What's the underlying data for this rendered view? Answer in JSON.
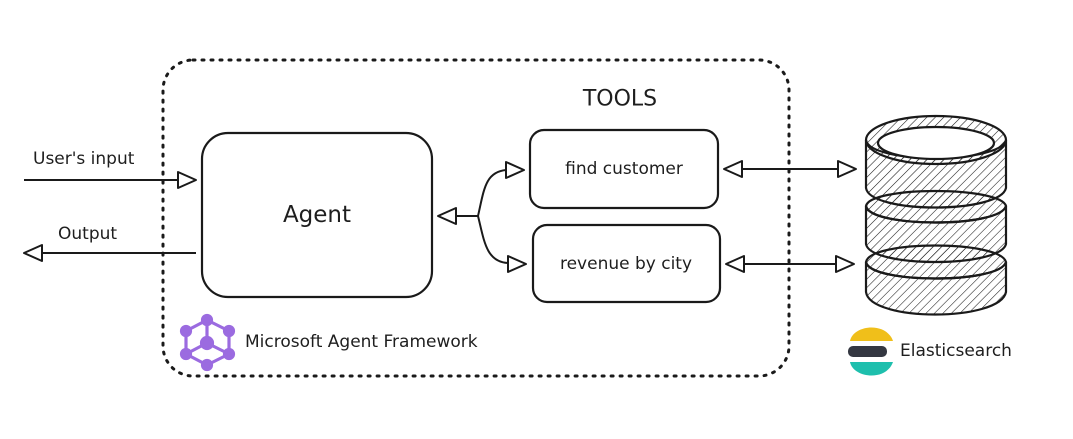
{
  "inputs": {
    "user_input_label": "User's input",
    "output_label": "Output"
  },
  "agent": {
    "label": "Agent"
  },
  "tools": {
    "title": "TOOLS",
    "items": [
      {
        "label": "find customer"
      },
      {
        "label": "revenue by city"
      }
    ]
  },
  "framework": {
    "label": "Microsoft Agent Framework",
    "icon": "agent-framework-icon",
    "icon_color": "#9b6be0"
  },
  "datastore": {
    "label": "Elasticsearch",
    "icon": "elasticsearch-logo",
    "logo_colors": [
      "#f0bf1a",
      "#343741",
      "#1ebfad"
    ]
  }
}
